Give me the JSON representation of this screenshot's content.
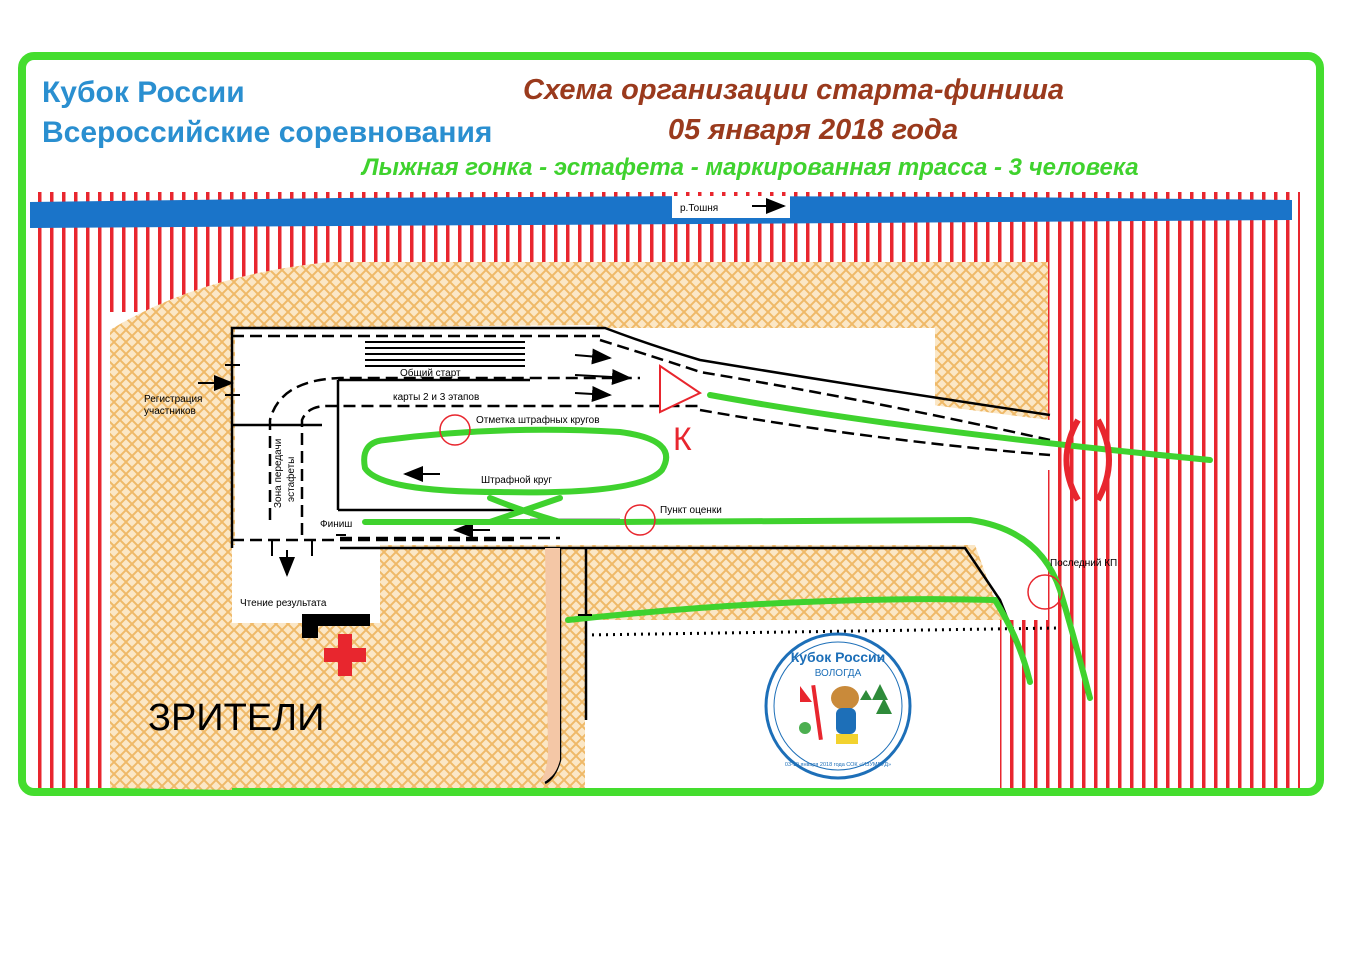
{
  "header": {
    "left_line1": "Кубок России",
    "left_line2": "Всероссийские соревнования",
    "title": "Схема организации старта-финиша",
    "date": "05 января 2018 года",
    "race": "Лыжная гонка - эстафета - маркированная трасса - 3 человека"
  },
  "map": {
    "river": "р.Тошня",
    "registration_line1": "Регистрация",
    "registration_line2": "участников",
    "mass_start": "Общий старт",
    "maps_stages": "карты 2 и 3 этапов",
    "penalty_mark": "Отметка штрафных кругов",
    "penalty_loop": "Штрафной круг",
    "relay_zone_line1": "Зона передачи",
    "relay_zone_line2": "эстафеты",
    "finish": "Финиш",
    "scoring_point": "Пункт оценки",
    "last_cp": "Последний КП",
    "results_reading": "Чтение результата",
    "control_letter": "К",
    "spectators": "ЗРИТЕЛИ"
  },
  "logo": {
    "title": "Кубок России",
    "city": "ВОЛОГДА",
    "bottom_text": "03-10 января 2018 года   СОК «ИЗУМРУД»"
  },
  "colors": {
    "frame": "#44dd2e",
    "header_blue": "#2a8fd0",
    "header_brown": "#9a3a1d",
    "track_green": "#3fd22e",
    "restricted_red": "#e8262e",
    "river_blue": "#1a74c9",
    "spectator_area": "#f3c98e"
  }
}
